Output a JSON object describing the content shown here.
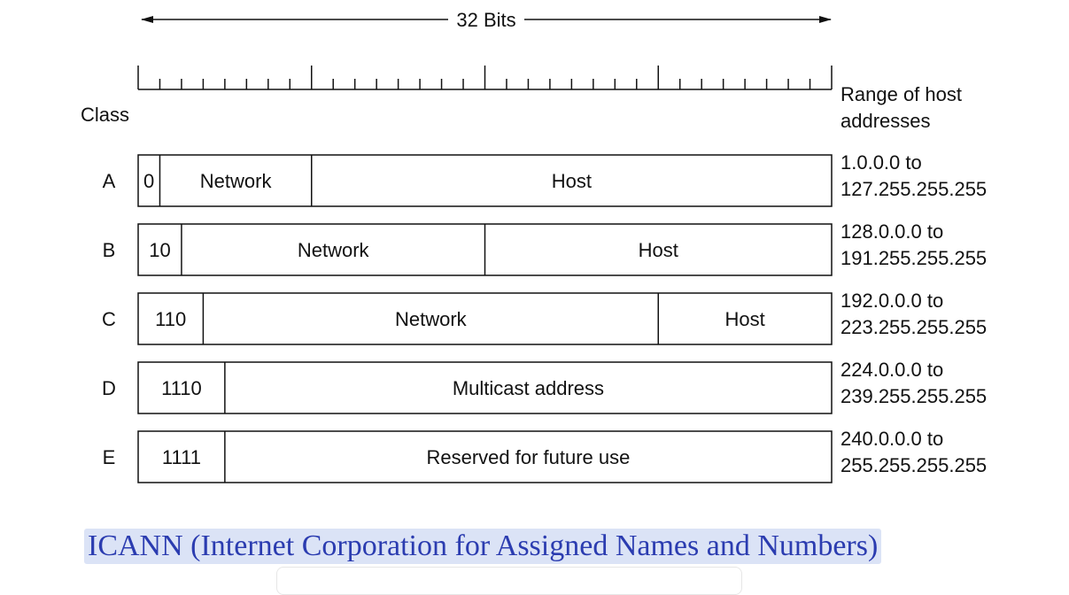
{
  "header": {
    "width_label": "32 Bits",
    "class_heading": "Class",
    "range_heading_line1": "Range of host",
    "range_heading_line2": "addresses"
  },
  "classes": [
    {
      "letter": "A",
      "fields": [
        {
          "text": "0",
          "bits": 1
        },
        {
          "text": "Network",
          "bits": 7
        },
        {
          "text": "Host",
          "bits": 24
        }
      ],
      "range_from": "1.0.0.0 to",
      "range_to": "127.255.255.255"
    },
    {
      "letter": "B",
      "fields": [
        {
          "text": "10",
          "bits": 2
        },
        {
          "text": "Network",
          "bits": 14
        },
        {
          "text": "Host",
          "bits": 16
        }
      ],
      "range_from": "128.0.0.0 to",
      "range_to": "191.255.255.255"
    },
    {
      "letter": "C",
      "fields": [
        {
          "text": "110",
          "bits": 3
        },
        {
          "text": "Network",
          "bits": 21
        },
        {
          "text": "Host",
          "bits": 8
        }
      ],
      "range_from": "192.0.0.0 to",
      "range_to": "223.255.255.255"
    },
    {
      "letter": "D",
      "fields": [
        {
          "text": "1110",
          "bits": 4
        },
        {
          "text": "Multicast address",
          "bits": 28
        }
      ],
      "range_from": "224.0.0.0 to",
      "range_to": "239.255.255.255"
    },
    {
      "letter": "E",
      "fields": [
        {
          "text": "1111",
          "bits": 4
        },
        {
          "text": "Reserved for future use",
          "bits": 28
        }
      ],
      "range_from": "240.0.0.0 to",
      "range_to": "255.255.255.255"
    }
  ],
  "footer": {
    "caption": "ICANN (Internet Corporation for Assigned Names and Numbers)"
  },
  "colors": {
    "line": "#111111",
    "caption_text": "#2b3cb0",
    "caption_highlight": "#dbe3f6"
  }
}
